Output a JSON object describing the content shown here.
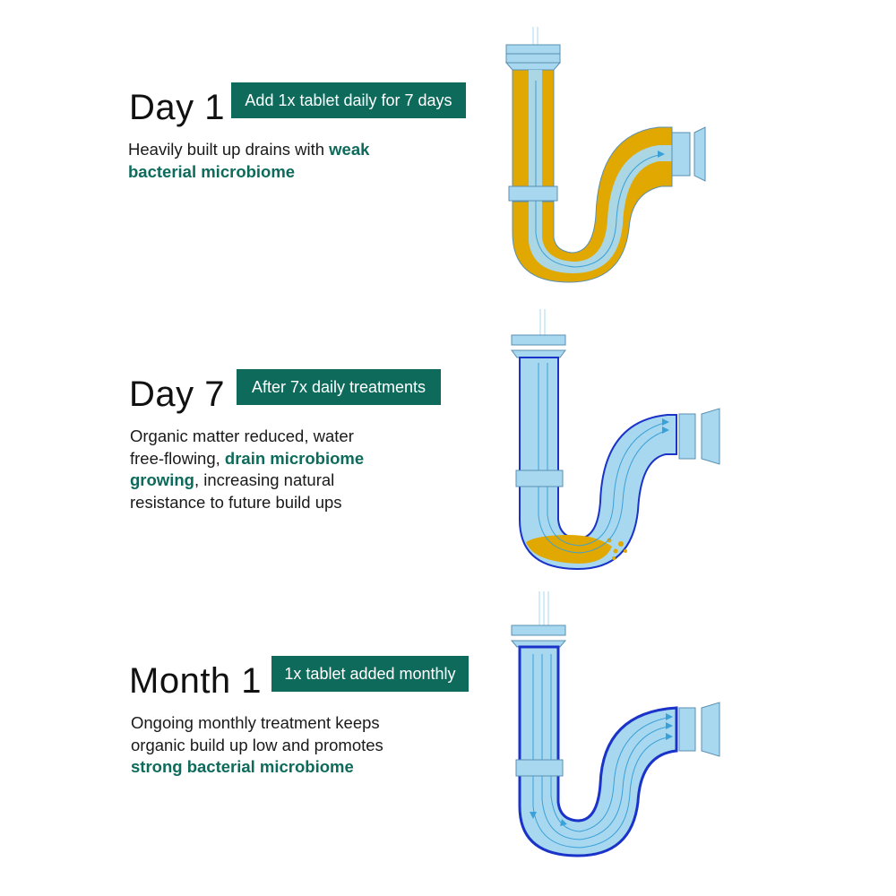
{
  "colors": {
    "accent": "#0e6b5c",
    "pipe_fill": "#a8d8f0",
    "pipe_edge": "#5a8fb0",
    "buildup": "#e0a800",
    "water_dark": "#1a33c8"
  },
  "stages": [
    {
      "title": "Day 1",
      "badge": "Add 1x tablet daily for 7 days",
      "desc_before": "Heavily built up drains with ",
      "desc_bold": "weak bacterial microbiome",
      "desc_after": ""
    },
    {
      "title": "Day 7",
      "badge": "After 7x daily treatments",
      "desc_before": "Organic matter reduced, water free-flowing, ",
      "desc_bold": "drain microbiome growing",
      "desc_after": ", increasing natural resistance to future build ups"
    },
    {
      "title": "Month 1",
      "badge": "1x tablet added monthly",
      "desc_before": "Ongoing monthly treatment keeps organic build up low and promotes ",
      "desc_bold": "strong bacterial microbiome",
      "desc_after": ""
    }
  ]
}
